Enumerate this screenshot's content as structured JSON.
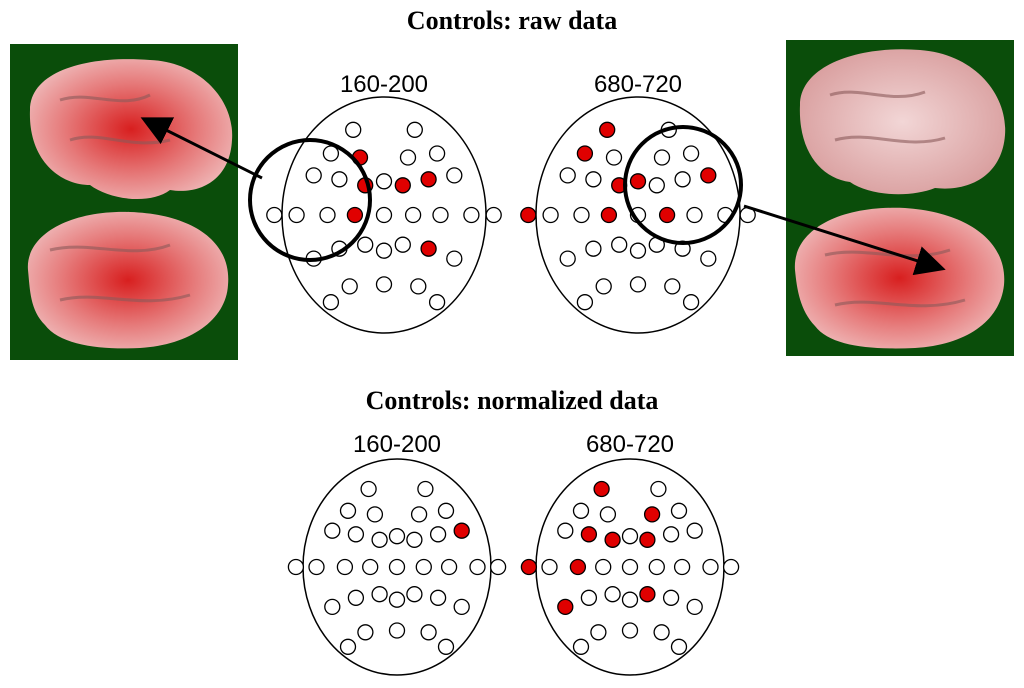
{
  "sections": [
    {
      "title": "Controls: raw data",
      "heads": [
        {
          "label": "160-200",
          "active": [
            3,
            8,
            10,
            11,
            16,
            26
          ]
        },
        {
          "label": "680-720",
          "active": [
            0,
            2,
            8,
            9,
            12,
            13,
            16,
            18
          ]
        }
      ]
    },
    {
      "title": "Controls: normalized data",
      "heads": [
        {
          "label": "160-200",
          "active": [
            12
          ]
        },
        {
          "label": "680-720",
          "active": [
            0,
            4,
            7,
            8,
            10,
            13,
            15,
            25,
            27
          ]
        }
      ]
    }
  ],
  "colors": {
    "active_electrode": "#e00000",
    "inactive_electrode": "#ffffff",
    "brain_background": "#0a4d0a",
    "outline": "#000000"
  }
}
